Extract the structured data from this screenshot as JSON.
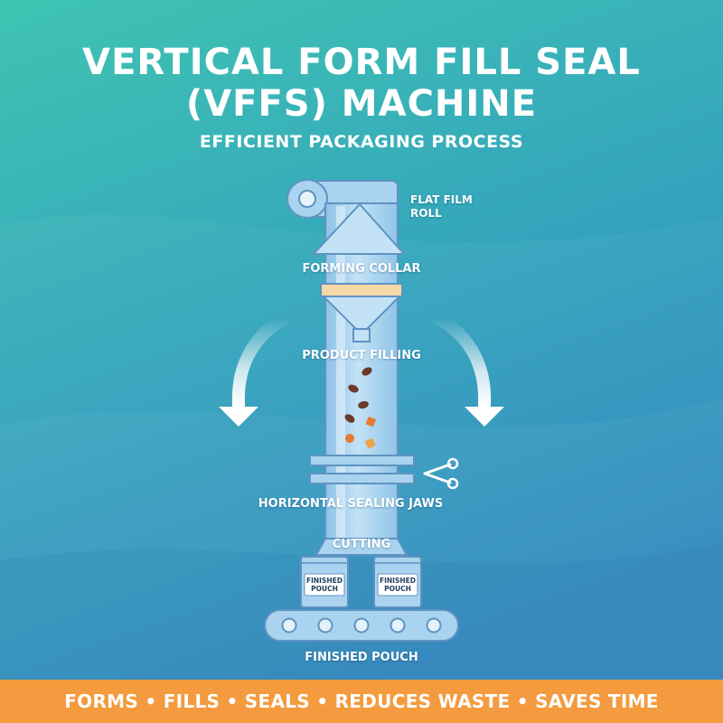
{
  "header": {
    "title_line1": "VERTICAL FORM FILL SEAL",
    "title_line2": "(VFFS) MACHINE",
    "subtitle": "EFFICIENT PACKAGING PROCESS"
  },
  "labels": {
    "flat_film_roll_line1": "FLAT FILM",
    "flat_film_roll_line2": "ROLL",
    "forming_collar": "FORMING COLLAR",
    "product_filling": "PRODUCT FILLING",
    "horizontal_sealing_jaws": "HORIZONTAL SEALING JAWS",
    "cutting": "CUTTING",
    "finished_pouch": "FINISHED POUCH"
  },
  "pouches": [
    {
      "line1": "FINISHED",
      "line2": "POUCH"
    },
    {
      "line1": "FINISHED",
      "line2": "POUCH"
    }
  ],
  "footer": {
    "text": "FORMS • FILLS • SEALS • REDUCES WASTE • SAVES TIME"
  },
  "icons": {
    "cutting": "scissors-icon",
    "flow": "curved-arrow-icon"
  },
  "colors": {
    "background_top": "#3fc4b2",
    "background_bottom": "#2a86bd",
    "machine_body": "#a9d3ee",
    "collar_band": "#f6d7a6",
    "footer": "#f39b3e",
    "product_bean": "#6b3a2a",
    "product_orange": "#e97a32"
  }
}
